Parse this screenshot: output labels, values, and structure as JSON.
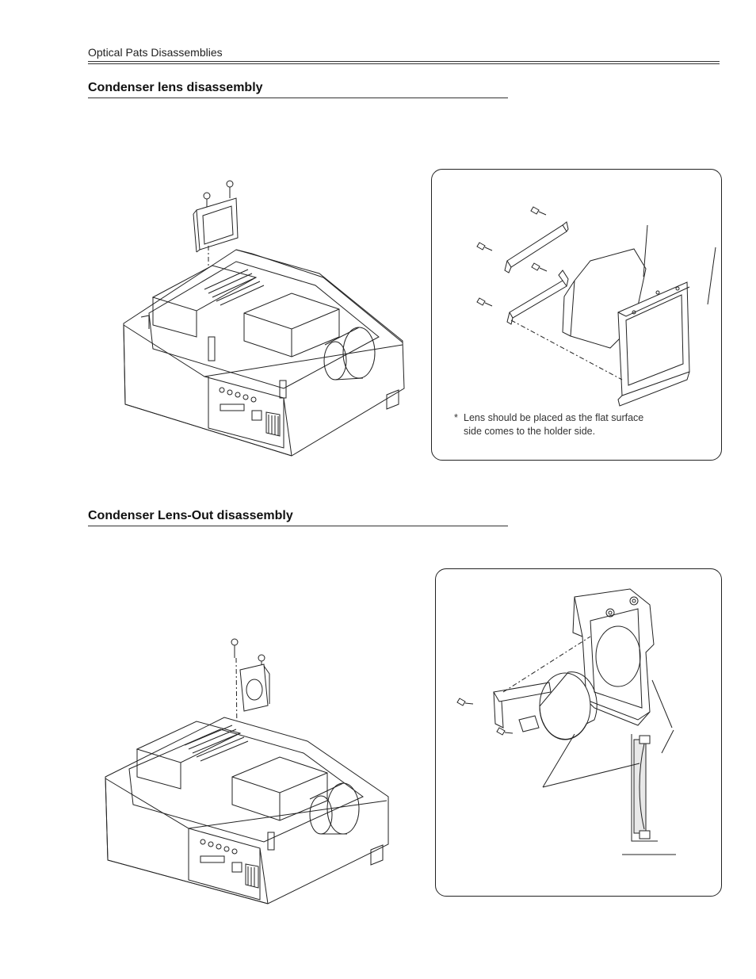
{
  "header": {
    "title": "Optical Pats Disassemblies"
  },
  "sections": [
    {
      "title": "Condenser lens disassembly",
      "note": "Lens should be placed as the flat surface side comes to the holder side."
    },
    {
      "title": "Condenser Lens-Out disassembly"
    }
  ],
  "note_marker": "*"
}
